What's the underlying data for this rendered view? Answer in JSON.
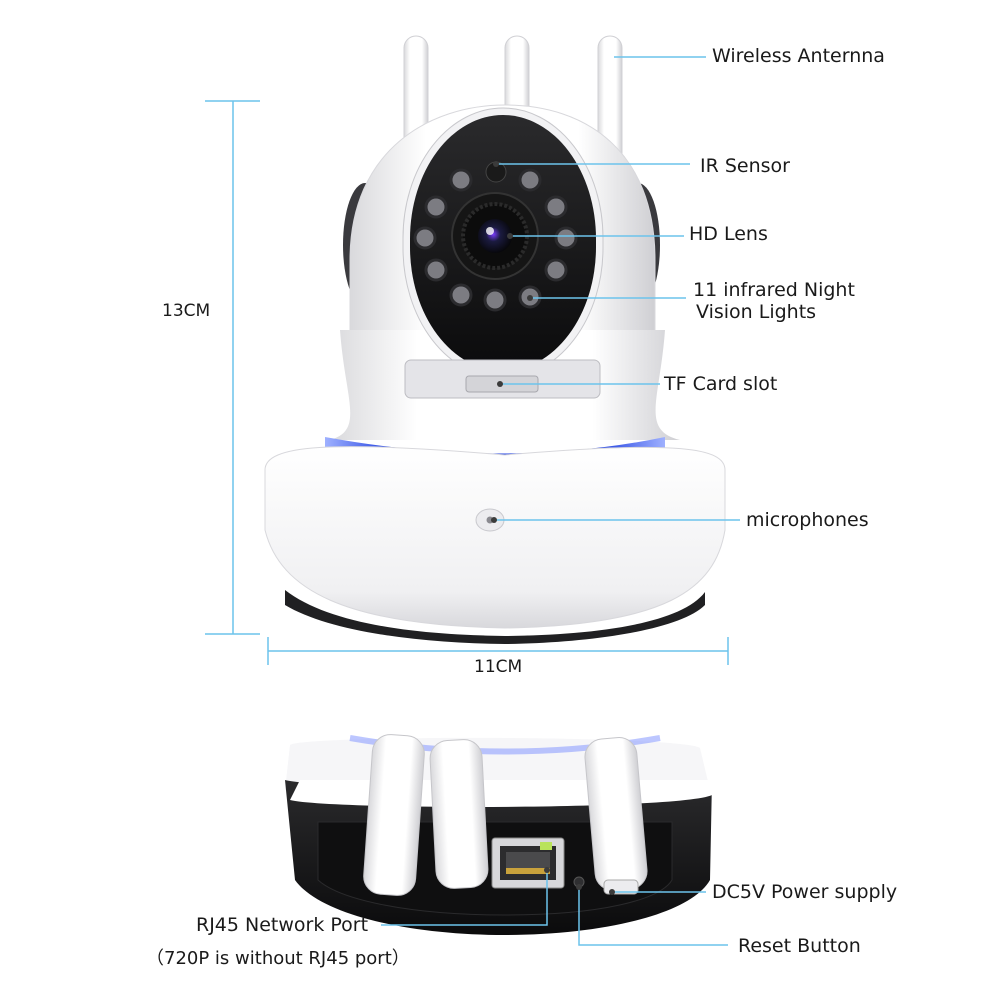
{
  "dimensions": {
    "height": "13CM",
    "width": "11CM"
  },
  "callouts": {
    "antenna": "Wireless Anternna",
    "ir_sensor": "IR Sensor",
    "lens": "HD Lens",
    "ir_lights_line1": "11 infrared Night",
    "ir_lights_line2": "Vision Lights",
    "tf_slot": "TF Card slot",
    "microphone": "microphones",
    "power": "DC5V Power supply",
    "rj45": "RJ45 Network Port",
    "rj45_note": "（720P is without RJ45 port）",
    "reset": "Reset Button"
  },
  "colors": {
    "leader": "#6cc3ec",
    "accent_ring": "#1e3fd6",
    "body": "#ffffff",
    "face": "#111111"
  }
}
